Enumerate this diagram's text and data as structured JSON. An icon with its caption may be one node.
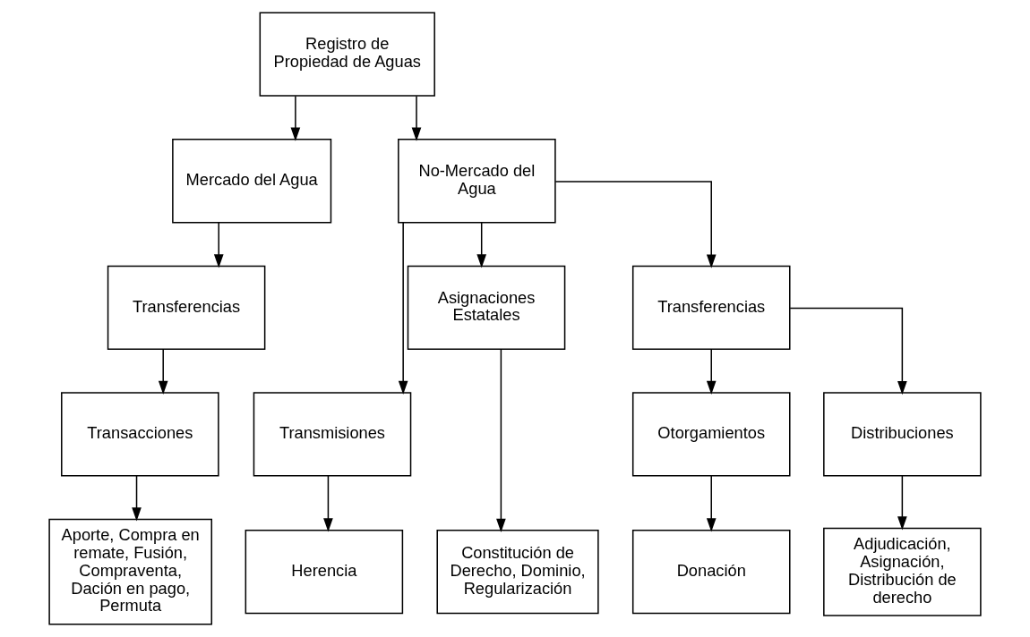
{
  "diagram": {
    "nodes": [
      {
        "text": [
          "Registro de Propiedad de Aguas"
        ]
      },
      {
        "text": [
          "Mercado del Agua"
        ]
      },
      {
        "text": [
          "No-Mercado del Agua"
        ]
      },
      {
        "text": [
          "Transferencias"
        ]
      },
      {
        "text": [
          "Transmisiones"
        ]
      },
      {
        "text": [
          "Asignaciones Estatales"
        ]
      },
      {
        "text": [
          "Transferencias"
        ]
      },
      {
        "text": [
          "Transacciones"
        ]
      },
      {
        "text": [
          "Otorgamientos"
        ]
      },
      {
        "text": [
          "Distribuciones"
        ]
      },
      {
        "text": [
          "Aporte, Compra en remate, Fusión, Compraventa, Dación en pago, Permuta"
        ]
      },
      {
        "text": [
          "Herencia"
        ]
      },
      {
        "text": [
          "Constitución de Derecho, Dominio, Regularización"
        ]
      },
      {
        "text": [
          "Donación"
        ]
      },
      {
        "text": [
          "Adjudicación, Asignación, Distribución de derecho"
        ]
      }
    ],
    "edges": [
      {
        "from": 0,
        "to": 1,
        "arrow": "to"
      },
      {
        "from": 0,
        "to": 2,
        "arrow": "to"
      },
      {
        "from": 1,
        "to": 3,
        "arrow": "to"
      },
      {
        "from": 3,
        "to": 7,
        "arrow": "to"
      },
      {
        "from": 7,
        "to": 10,
        "arrow": "to"
      },
      {
        "from": 2,
        "to": 4,
        "arrow": "to"
      },
      {
        "from": 2,
        "to": 5,
        "arrow": "to"
      },
      {
        "from": 2,
        "to": 6,
        "arrow": "to"
      },
      {
        "from": 4,
        "to": 11,
        "arrow": "to"
      },
      {
        "from": 5,
        "to": 12,
        "arrow": "to"
      },
      {
        "from": 6,
        "to": 8,
        "arrow": "to"
      },
      {
        "from": 6,
        "to": 9,
        "arrow": "to"
      },
      {
        "from": 8,
        "to": 13,
        "arrow": "to"
      },
      {
        "from": 9,
        "to": 14,
        "arrow": "to"
      }
    ]
  }
}
